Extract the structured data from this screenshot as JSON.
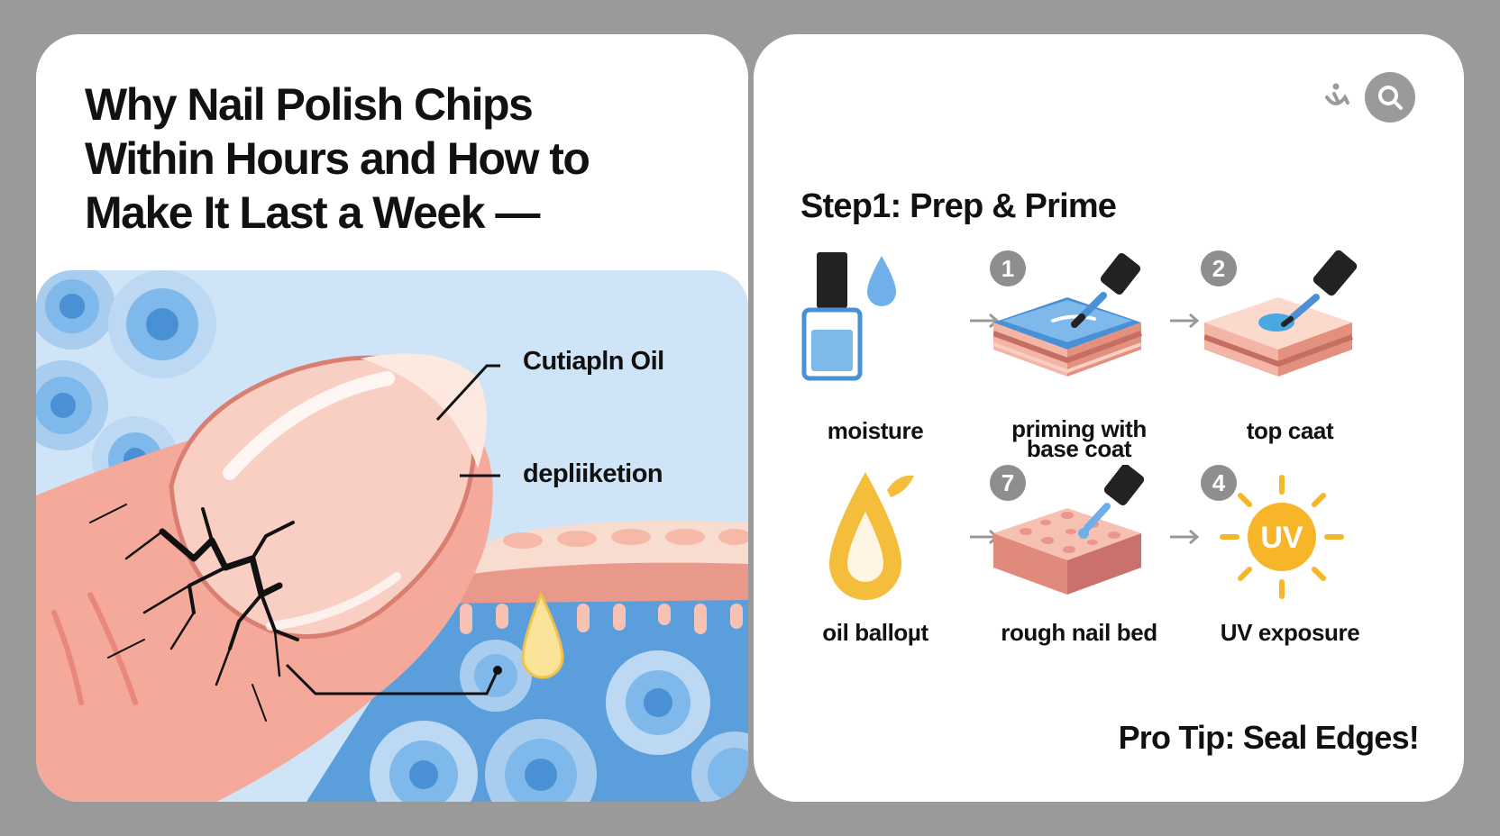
{
  "left_panel": {
    "title_lines": [
      "Why Nail Polish Chips",
      "Within Hours and How to",
      "Make It Last a Week —"
    ],
    "callouts": {
      "top": "Cutiapln Oil",
      "middle": "depliiketion"
    }
  },
  "right_panel": {
    "heading": "Step1: Prep & Prime",
    "header_icons": [
      "accessibility-icon",
      "search-icon"
    ],
    "steps": [
      {
        "badge": "",
        "label_lines": [
          "moisture"
        ],
        "icon": "nail-polish-bottle-icon"
      },
      {
        "badge": "1",
        "label_lines": [
          "priming with",
          "base coat"
        ],
        "icon": "base-coat-layer-icon"
      },
      {
        "badge": "2",
        "label_lines": [
          "top caat"
        ],
        "icon": "top-coat-layer-icon"
      },
      {
        "badge": "",
        "label_lines": [
          "oil balloµt"
        ],
        "icon": "oil-drop-icon"
      },
      {
        "badge": "7",
        "label_lines": [
          "rough nail bed"
        ],
        "icon": "rough-nail-bed-icon"
      },
      {
        "badge": "4",
        "label_lines": [
          "UV exposure"
        ],
        "icon": "uv-sun-icon",
        "icon_text": "UV"
      }
    ],
    "pro_tip": "Pro Tip: Seal Edges!"
  },
  "colors": {
    "background": "#9a9a9a",
    "card": "#ffffff",
    "skin": "#f4a99a",
    "nail": "#f9cfc4",
    "water_blue": "#7fb8ea",
    "oil_yellow": "#f5bd3c",
    "uv_yellow": "#f7b52a",
    "badge_grey": "#8e8e8e"
  }
}
